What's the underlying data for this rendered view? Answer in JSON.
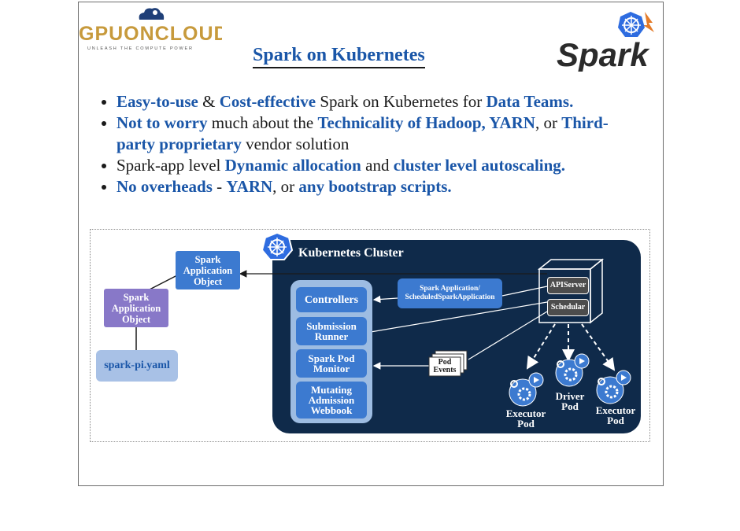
{
  "logo_left": {
    "wordmark": "GPUONCLOUD",
    "tagline": "UNLEASH THE COMPUTE POWER"
  },
  "logo_right": {
    "wordmark": "Spark"
  },
  "title": "Spark on Kubernetes",
  "bullets": [
    {
      "parts": [
        {
          "t": "Easy-to-use",
          "h": true
        },
        {
          "t": " & ",
          "h": false
        },
        {
          "t": "Cost-effective",
          "h": true
        },
        {
          "t": " Spark on Kubernetes for ",
          "h": false
        },
        {
          "t": "Data Teams.",
          "h": true
        }
      ]
    },
    {
      "parts": [
        {
          "t": "Not to worry",
          "h": true
        },
        {
          "t": " much about the ",
          "h": false
        },
        {
          "t": "Technicality of Hadoop, YARN",
          "h": true
        },
        {
          "t": ", or ",
          "h": false
        },
        {
          "t": "Third-party proprietary",
          "h": true
        },
        {
          "t": " vendor solution",
          "h": false
        }
      ]
    },
    {
      "parts": [
        {
          "t": "Spark-app level ",
          "h": false
        },
        {
          "t": "Dynamic allocation",
          "h": true
        },
        {
          "t": " and ",
          "h": false
        },
        {
          "t": "cluster level autoscaling.",
          "h": true
        }
      ]
    },
    {
      "parts": [
        {
          "t": "No overheads",
          "h": true
        },
        {
          "t": " - ",
          "h": false
        },
        {
          "t": "YARN",
          "h": true
        },
        {
          "t": ", or ",
          "h": false
        },
        {
          "t": "any bootstrap scripts.",
          "h": true
        }
      ]
    }
  ],
  "diagram": {
    "cluster_title": "Kubernetes Cluster",
    "spark_app_object_top": "Spark Application Object",
    "spark_app_object_left": "Spark Application Object",
    "yaml_file": "spark-pi.yaml",
    "controllers": [
      "Controllers",
      "Submission Runner",
      "Spark Pod Monitor",
      "Mutating Admission Webbook"
    ],
    "spark_application_box": "Spark Application/ ScheduledSparkApplication",
    "pod_events": "Pod Events",
    "api_server": "APIServer",
    "scheduler": "Schedular",
    "pods": [
      "Executor Pod",
      "Driver Pod",
      "Executor Pod"
    ]
  },
  "colors": {
    "accent": "#1a56a8",
    "cluster_bg": "#0f2a4a",
    "controller_panel": "#9dbce2",
    "box_blue": "#3c7ad0",
    "purple": "#8878c8"
  }
}
